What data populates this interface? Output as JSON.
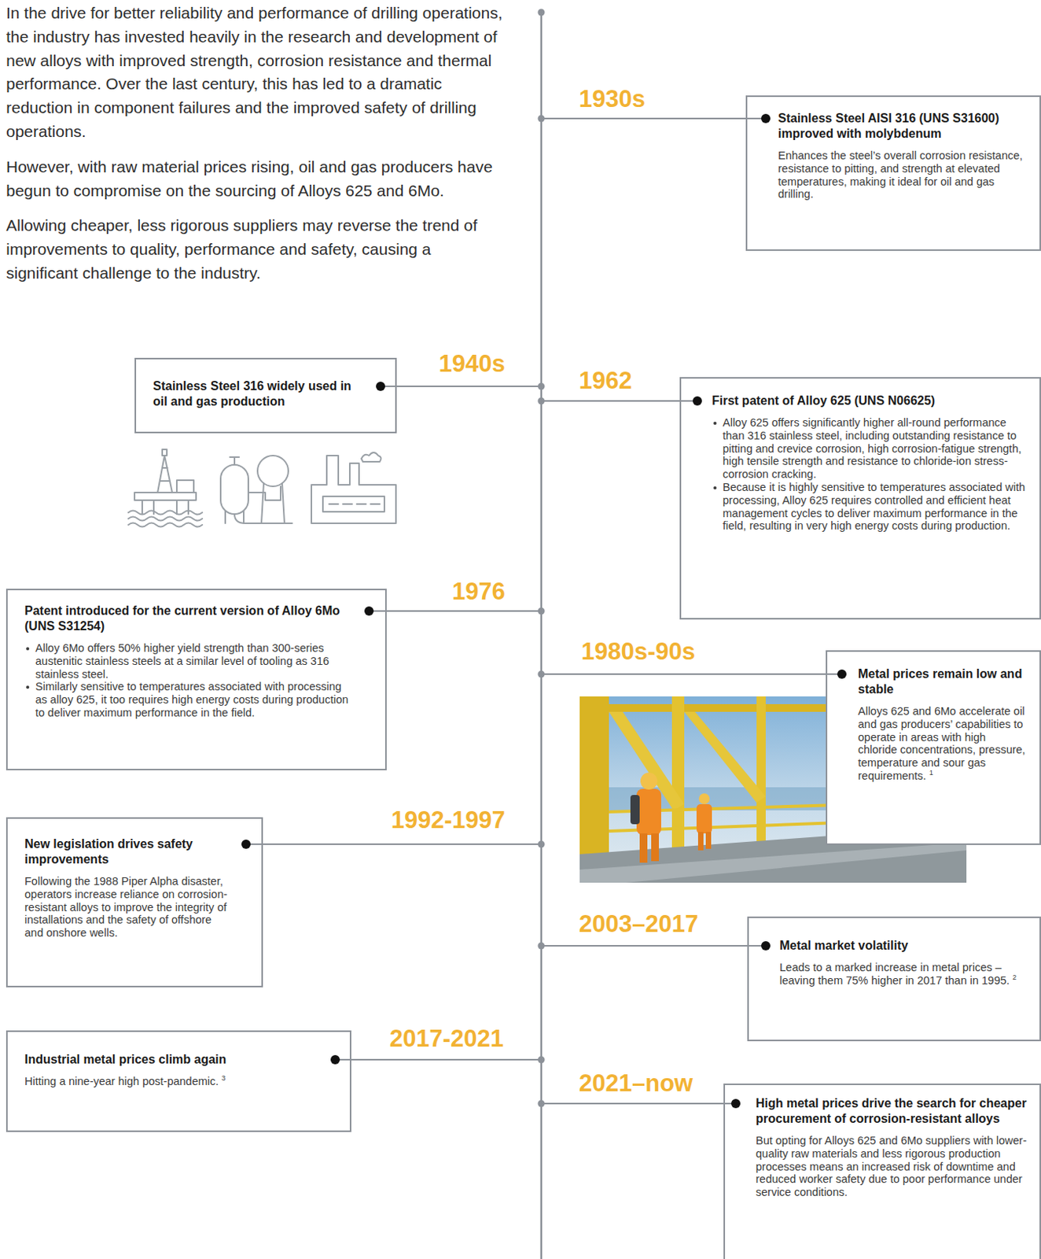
{
  "diagram": {
    "nodes": [
      {
        "text": [
          "Stainless Steel AISI 316 (UNS S31600) improved with molybdenum",
          "Enhances the steel’s overall corrosion resistance, resistance to pitting, and strength at elevated temperatures, making it ideal for oil and gas drilling."
        ]
      },
      {
        "text": [
          "Stainless Steel 316 widely used in oil and gas production"
        ]
      },
      {
        "text": [
          "First patent of Alloy 625 (UNS N06625)",
          "Alloy 625 offers significantly higher all-round performance than 316 stainless steel, including outstanding resistance to pitting and crevice corrosion, high corrosion-fatigue strength, high tensile strength and resistance to chloride-ion stress-corrosion cracking.",
          "Because it is highly sensitive to temperatures associated with processing, Alloy 625 requires controlled and efficient heat management cycles to deliver maximum performance in the field, resulting in very high energy costs during production."
        ]
      },
      {
        "text": [
          "Patent introduced for the current version of Alloy 6Mo (UNS S31254)",
          "Alloy 6Mo offers 50% higher yield strength than 300-series austenitic stainless steels at a similar level of tooling as 316 stainless steel.",
          "Similarly sensitive to temperatures associated with processing as alloy 625, it too requires high energy costs during production to deliver maximum performance in the field."
        ]
      },
      {
        "text": [
          "Metal prices remain low and stable",
          "Alloys 625 and 6Mo accelerate oil and gas producers’ capabilities to operate in areas with high chloride concentrations, pressure, temperature and sour gas requirements.",
          "1"
        ]
      },
      {
        "text": [
          "New legislation drives safety improvements",
          "Following the 1988 Piper Alpha disaster, operators increase reliance on corrosion-resistant alloys to improve the integrity of installations and the safety of offshore and onshore wells."
        ]
      },
      {
        "text": [
          "Metal market volatility",
          "Leads to a marked increase in metal prices – leaving them 75% higher in 2017 than in 1995.",
          "2"
        ]
      },
      {
        "text": [
          "Industrial metal prices climb again",
          "Hitting a nine-year high post-pandemic.",
          "3"
        ]
      },
      {
        "text": [
          "High metal prices drive the search for cheaper procurement of corrosion-resistant alloys",
          "But opting for Alloys 625 and 6Mo suppliers with lower-quality raw materials and less rigorous production processes means an increased risk of downtime and reduced worker safety due to poor performance under service conditions."
        ]
      }
    ],
    "labels": [
      "In the drive for better reliability and performance of drilling operations, the industry has invested heavily in the research and development of new alloys with improved strength, corrosion resistance and thermal performance. Over the last century, this has led to a dramatic reduction in component failures and the improved safety of drilling operations.",
      "However, with raw material prices rising, oil and gas producers have begun to compromise on the sourcing of Alloys 625 and 6Mo.",
      "Allowing cheaper, less rigorous suppliers may reverse the trend of improvements to quality, performance and safety, causing a significant challenge to the industry.",
      "1930s",
      "1940s",
      "1962",
      "1976",
      "1980s-90s",
      "1992-1997",
      "2003–2017",
      "2017-2021",
      "2021–now"
    ]
  }
}
